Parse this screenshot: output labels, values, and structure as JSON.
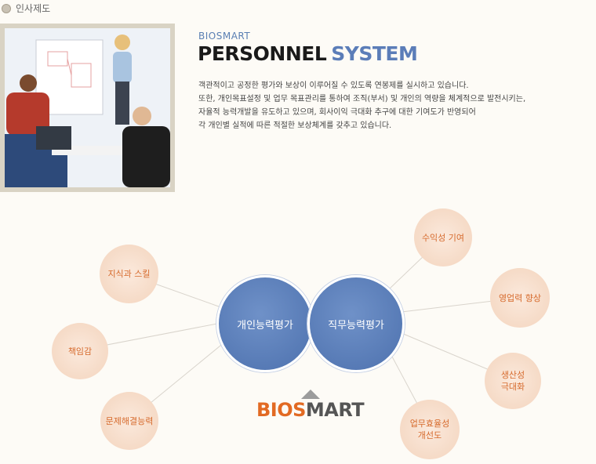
{
  "breadcrumb": {
    "label": "인사제도",
    "icon": "flower-icon"
  },
  "header": {
    "brand_small": "BIOSMART",
    "title_main": "PERSONNEL",
    "title_accent": "SYSTEM"
  },
  "description": [
    "객관적이고 공정한 평가와 보상이 이루어질 수 있도록 연봉제를 실시하고 있습니다.",
    "또한, 개인목표설정 및 업무 목표관리를 통하여 조직(부서) 및 개인의 역량을 체계적으로 발전시키는,",
    "자율적 능력개발을 유도하고 있으며, 회사이익 극대화 추구에 대한 기여도가 반영되어",
    "각 개인별 실적에 따른 적절한 보상체계를 갖추고 있습니다."
  ],
  "diagram": {
    "center_left": "개인능력평가",
    "center_right": "직무능력평가",
    "left_nodes": [
      "지식과 스킬",
      "책임감",
      "문제해결능력"
    ],
    "right_nodes": [
      "수익성 기여",
      "영업력 향상",
      "생산성\n극대화",
      "업무효율성\n개선도"
    ]
  },
  "logo": {
    "part1": "BIOS",
    "part2": "MART"
  },
  "colors": {
    "accent_blue": "#5b7db8",
    "accent_orange": "#d66a2c",
    "bubble_fill": "#f3d4bd"
  }
}
